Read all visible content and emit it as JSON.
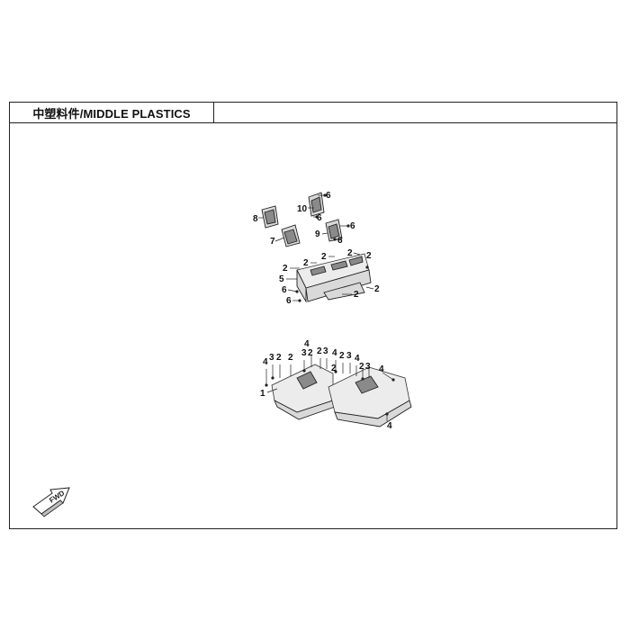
{
  "title": "中塑料件/MIDDLE PLASTICS",
  "fwd_label": "FWD",
  "callouts": {
    "c1": "1",
    "c2": "2",
    "c3": "3",
    "c4": "4",
    "c5": "5",
    "c6": "6",
    "c7": "7",
    "c8": "8",
    "c9": "9",
    "c10": "10"
  },
  "colors": {
    "line": "#222222",
    "fill": "#d9d9d9",
    "dark": "#8a8a8a"
  }
}
